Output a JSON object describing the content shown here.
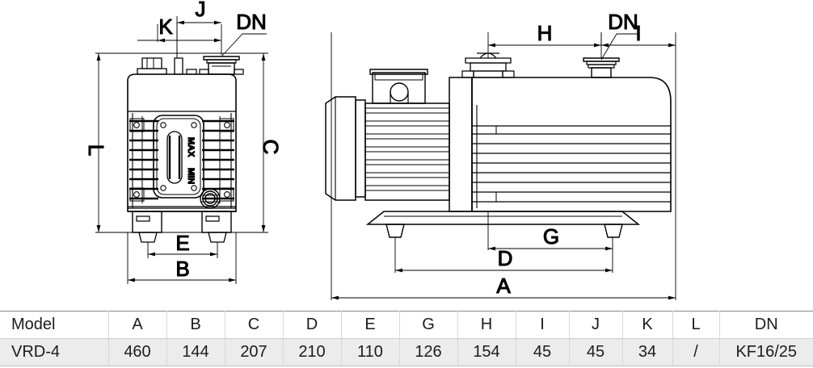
{
  "drawing": {
    "title": "Vacuum pump dimensional drawing",
    "views": [
      {
        "name": "front-view",
        "label": ""
      },
      {
        "name": "side-view",
        "label": ""
      }
    ],
    "sight_glass": {
      "max_label": "MAX",
      "min_label": "MIN"
    },
    "front_view_dimensions": [
      {
        "id": "K",
        "label": "K"
      },
      {
        "id": "J",
        "label": "J"
      },
      {
        "id": "DN",
        "label": "DN"
      },
      {
        "id": "C",
        "label": "C"
      },
      {
        "id": "L",
        "label": "L"
      },
      {
        "id": "E",
        "label": "E"
      },
      {
        "id": "B",
        "label": "B"
      }
    ],
    "side_view_dimensions": [
      {
        "id": "H",
        "label": "H"
      },
      {
        "id": "DN",
        "label": "DN"
      },
      {
        "id": "I",
        "label": "I"
      },
      {
        "id": "G",
        "label": "G"
      },
      {
        "id": "D",
        "label": "D"
      },
      {
        "id": "A",
        "label": "A"
      }
    ]
  },
  "spec_table": {
    "headers": [
      "Model",
      "A",
      "B",
      "C",
      "D",
      "E",
      "G",
      "H",
      "I",
      "J",
      "K",
      "L",
      "DN"
    ],
    "rows": [
      [
        "VRD-4",
        "460",
        "144",
        "207",
        "210",
        "110",
        "126",
        "154",
        "45",
        "45",
        "34",
        "/",
        "KF16/25"
      ]
    ]
  },
  "colors": {
    "line": "#000000",
    "table_row_bg": "#ececec",
    "table_text": "#1b1b1b"
  }
}
